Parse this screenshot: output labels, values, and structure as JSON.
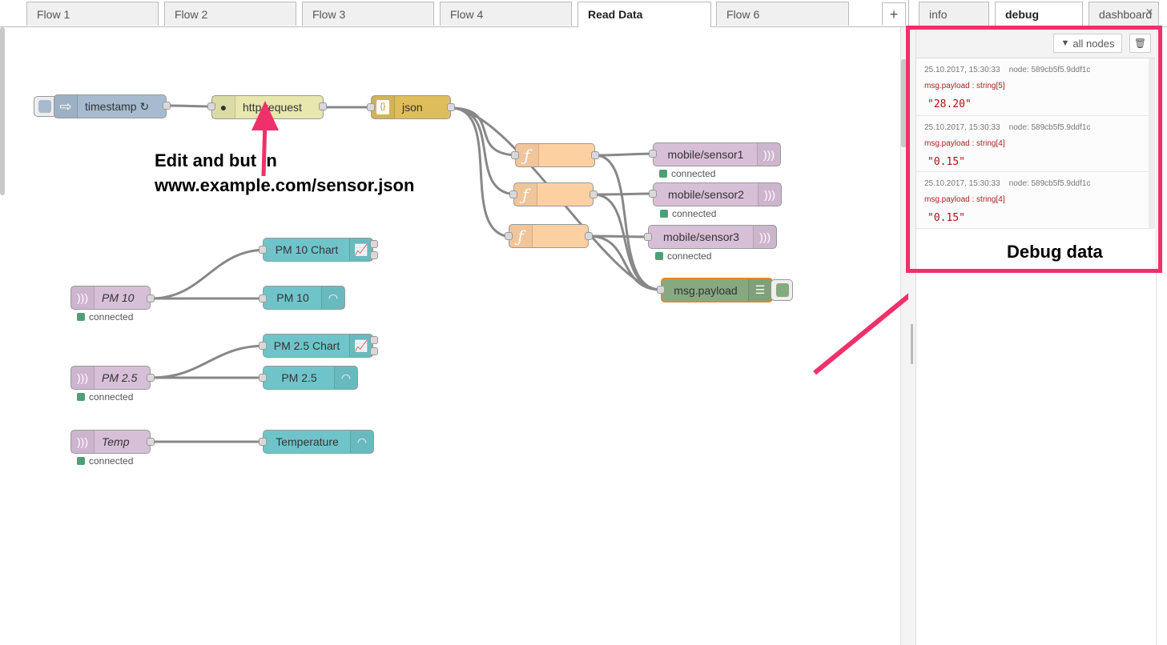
{
  "tabs": [
    "Flow 1",
    "Flow 2",
    "Flow 3",
    "Flow 4",
    "Read Data",
    "Flow 6"
  ],
  "active_tab": "Read Data",
  "add_tab_label": "+",
  "nodes": {
    "timestamp": "timestamp ↻",
    "http_request": "http request",
    "json": "json",
    "json_icon": "{}",
    "func_icon": "ƒ",
    "sensor1": "mobile/sensor1",
    "sensor2": "mobile/sensor2",
    "sensor3": "mobile/sensor3",
    "msg_payload": "msg.payload",
    "pm10_chart": "PM 10 Chart",
    "pm10_gauge": "PM 10",
    "pm10_in": "PM 10",
    "pm25_chart": "PM 2.5 Chart",
    "pm25_gauge": "PM 2.5",
    "pm25_in": "PM 2.5",
    "temp_in": "Temp",
    "temperature": "Temperature"
  },
  "status_text": "connected",
  "annotations": {
    "edit_line1": "Edit and but in",
    "edit_line2": "www.example.com/sensor.json",
    "debug_data": "Debug data"
  },
  "sidebar": {
    "tabs": [
      "info",
      "debug",
      "dashboard"
    ],
    "active_tab": "debug",
    "close_label": "✕",
    "filter_label": "all nodes",
    "messages": [
      {
        "time": "25.10.2017, 15:30:33",
        "node": "node: 589cb5f5.9ddf1c",
        "topic": "msg.payload : string[5]",
        "value": "\"28.20\""
      },
      {
        "time": "25.10.2017, 15:30:33",
        "node": "node: 589cb5f5.9ddf1c",
        "topic": "msg.payload : string[4]",
        "value": "\"0.15\""
      },
      {
        "time": "25.10.2017, 15:30:33",
        "node": "node: 589cb5f5.9ddf1c",
        "topic": "msg.payload : string[4]",
        "value": "\"0.15\""
      }
    ]
  },
  "colors": {
    "highlight": "#f0306a",
    "node_inject": "#a6bbcf",
    "node_http": "#e7e7ae",
    "node_json": "#debd5c",
    "node_function": "#fdd0a2",
    "node_mqtt": "#d8bfd8",
    "node_dashboard": "#6fc4ca",
    "node_debug": "#87a980",
    "status_green": "#4e9e7a"
  }
}
